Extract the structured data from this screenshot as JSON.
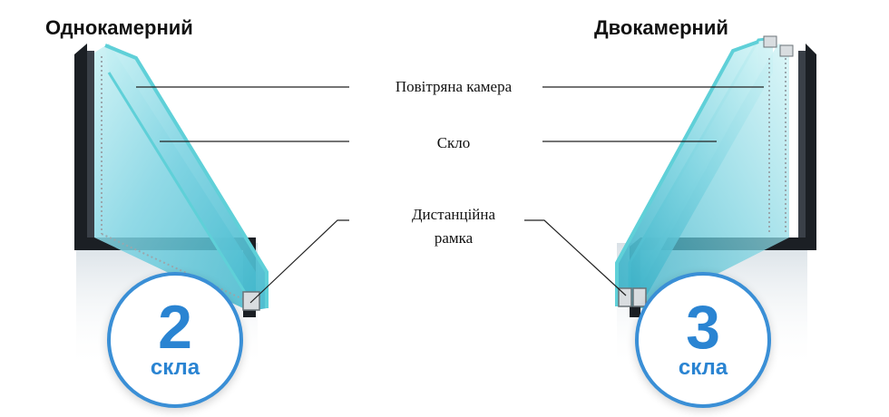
{
  "titles": {
    "single": "Однокамерний",
    "double": "Двокамерний"
  },
  "labels": {
    "air_chamber": "Повітряна камера",
    "glass": "Скло",
    "spacer_line1": "Дистанційна",
    "spacer_line2": "рамка"
  },
  "badges": {
    "single": {
      "number": "2",
      "word": "скла"
    },
    "double": {
      "number": "3",
      "word": "скла"
    }
  },
  "colors": {
    "glass_edge": "#5fd0d8",
    "glass_fill": "#8fdde8",
    "frame": "#1b1f24",
    "badge_accent": "#2a84d2"
  }
}
